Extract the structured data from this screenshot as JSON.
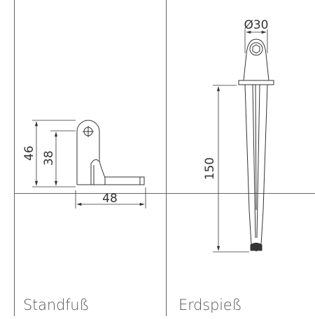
{
  "panels": {
    "left": {
      "caption": "Standfuß",
      "dimensions": {
        "outer_height": "46",
        "inner_height": "38",
        "width": "48"
      }
    },
    "right": {
      "caption": "Erdspieß",
      "dimensions": {
        "diameter": "Ø30",
        "length": "150"
      }
    }
  },
  "colors": {
    "frame": "#666666",
    "line": "#333333",
    "text": "#333333",
    "caption": "#555555"
  }
}
